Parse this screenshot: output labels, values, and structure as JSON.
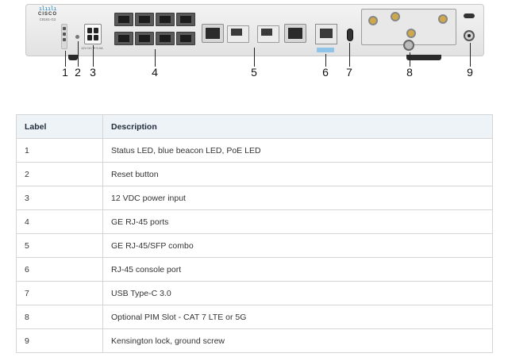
{
  "device": {
    "brand_bars": "ılıılı",
    "brand_name": "CISCO",
    "model": "C8161-G2",
    "power_text": "12V DC ⎓ 5.0A"
  },
  "callouts": [
    "1",
    "2",
    "3",
    "4",
    "5",
    "6",
    "7",
    "8",
    "9"
  ],
  "table": {
    "headers": {
      "label": "Label",
      "description": "Description"
    },
    "rows": [
      {
        "label": "1",
        "description": "Status LED, blue beacon LED, PoE LED"
      },
      {
        "label": "2",
        "description": "Reset button"
      },
      {
        "label": "3",
        "description": "12 VDC power input"
      },
      {
        "label": "4",
        "description": "GE RJ-45 ports"
      },
      {
        "label": "5",
        "description": "GE RJ-45/SFP combo"
      },
      {
        "label": "6",
        "description": "RJ-45 console port"
      },
      {
        "label": "7",
        "description": "USB Type-C 3.0"
      },
      {
        "label": "8",
        "description": "Optional PIM Slot - CAT 7 LTE or 5G"
      },
      {
        "label": "9",
        "description": "Kensington lock, ground screw"
      }
    ]
  }
}
